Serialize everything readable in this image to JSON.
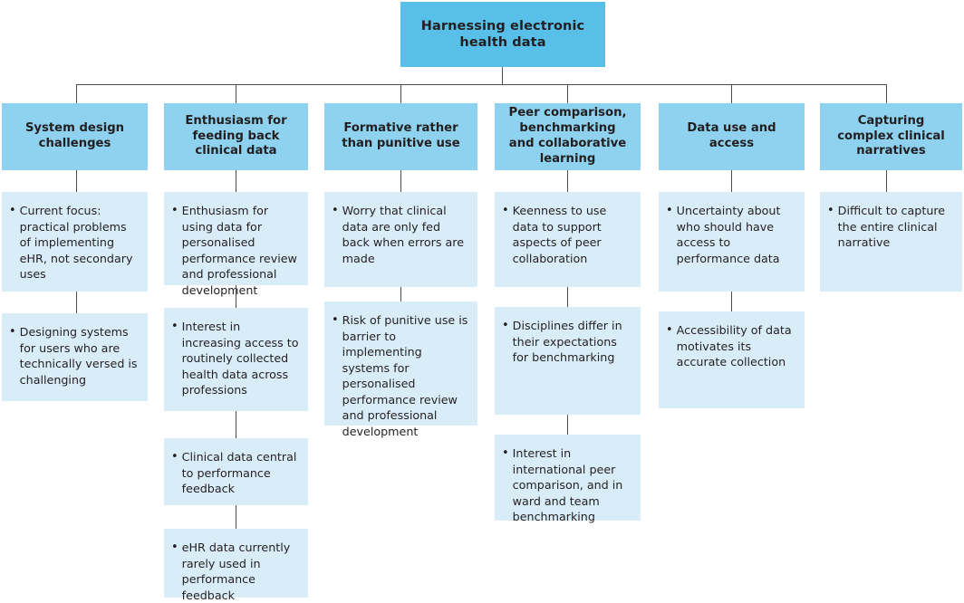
{
  "diagram": {
    "type": "hierarchy-tree",
    "title": "Harnessing electronic health data",
    "colors": {
      "root_fill": "#58c0e8",
      "category_fill": "#8ed2ef",
      "leaf_fill": "#d9edf9",
      "connector": "#4d4d4f",
      "text": "#231f20",
      "background": "#ffffff"
    },
    "root": {
      "label": "Harnessing electronic\nhealth data"
    },
    "columns": [
      {
        "id": "system-design-challenges",
        "header": "System design\nchallenges",
        "items": [
          "Current focus: practical problems of implementing eHR, not secondary uses",
          "Designing systems for users who are technically versed is challenging"
        ]
      },
      {
        "id": "enthusiasm-for-feeding-back-clinical-data",
        "header": "Enthusiasm for\nfeeding back\nclinical data",
        "items": [
          "Enthusiasm for using data for personalised performance review and professional development",
          "Interest in increasing access to routinely collected health data across professions",
          "Clinical data central to performance feedback",
          "eHR data currently rarely used in performance feedback"
        ]
      },
      {
        "id": "formative-rather-than-punitive-use",
        "header": "Formative rather\nthan punitive use",
        "items": [
          "Worry that clinical data are only fed back when errors are made",
          "Risk of punitive use is barrier to implementing systems for personalised performance review and professional development"
        ]
      },
      {
        "id": "peer-comparison-benchmarking-and-collaborative-learning",
        "header": "Peer comparison,\nbenchmarking\nand collaborative\nlearning",
        "items": [
          "Keenness to use data to support aspects of peer collaboration",
          "Disciplines differ in their expectations for benchmarking",
          "Interest in international peer comparison, and in ward and team benchmarking"
        ]
      },
      {
        "id": "data-use-and-access",
        "header": "Data use and\naccess",
        "items": [
          "Uncertainty about who should have access to performance data",
          "Accessibility of data motivates its accurate collection"
        ]
      },
      {
        "id": "capturing-complex-clinical-narratives",
        "header": "Capturing\ncomplex clinical\nnarratives",
        "items": [
          "Difficult to capture the entire clinical narrative"
        ]
      }
    ],
    "bullet_glyph": "•"
  }
}
